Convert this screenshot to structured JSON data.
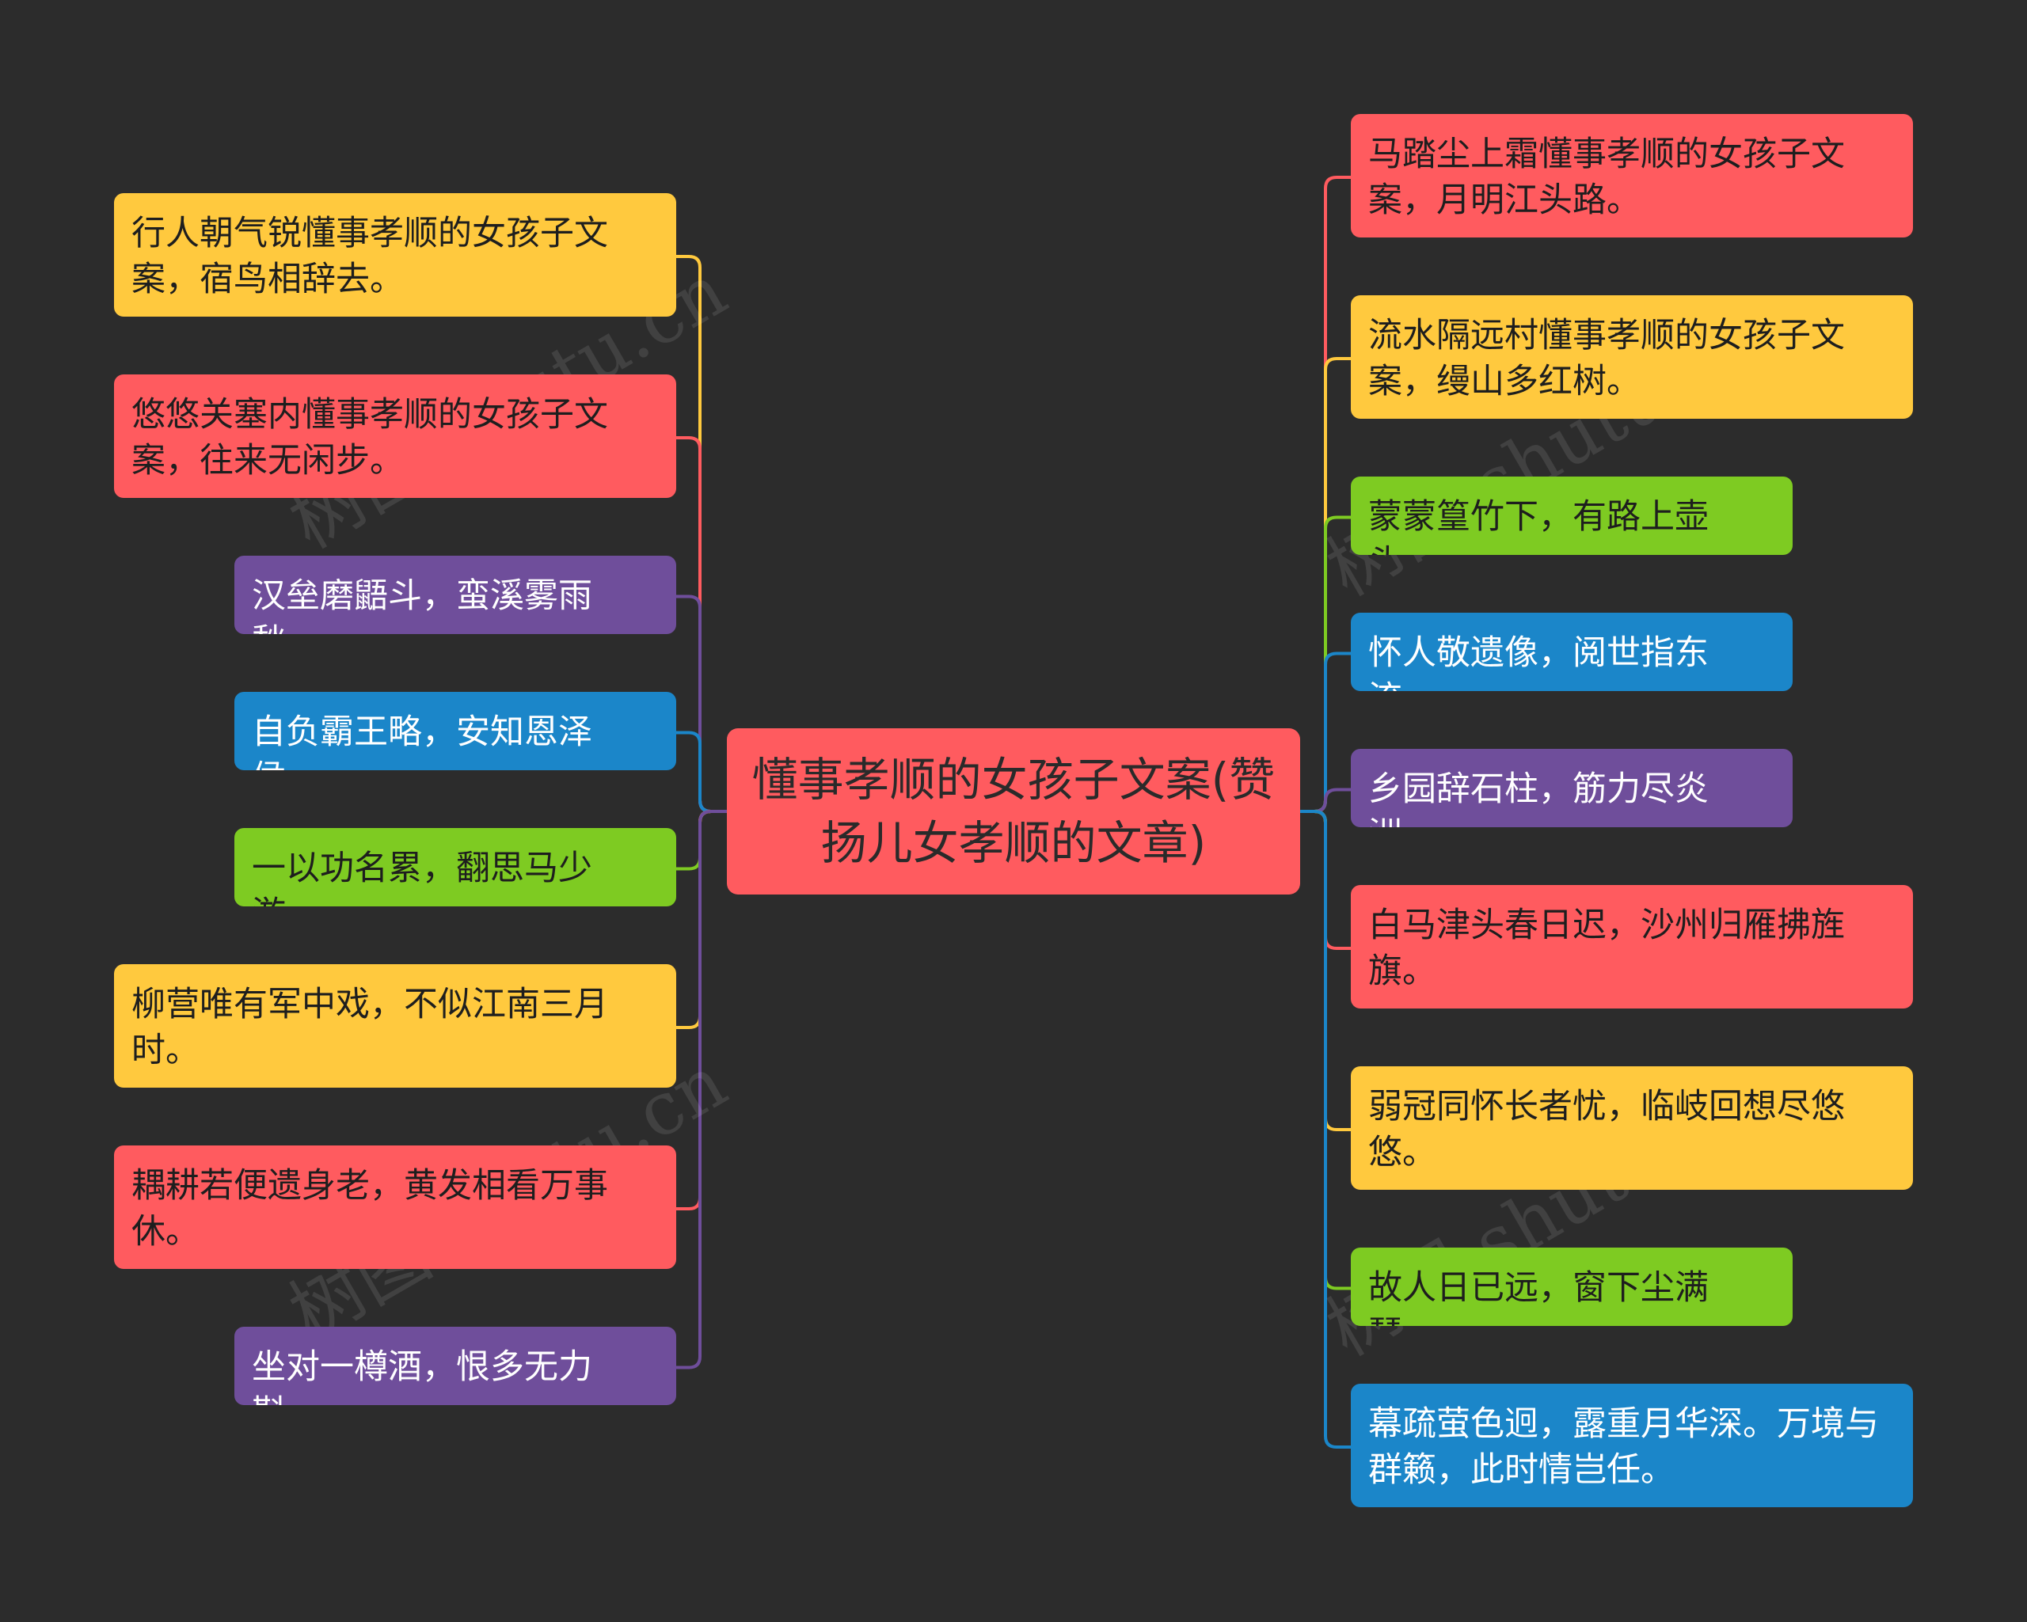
{
  "colors": {
    "background": "#2c2c2c",
    "red": "#ff5b5f",
    "yellow": "#ffc93e",
    "purple": "#6f4e9b",
    "blue": "#1b86c9",
    "green": "#7ecb22"
  },
  "center": {
    "label": "懂事孝顺的女孩子文案(赞扬儿女孝顺的文章)",
    "color": "#ff5b5f"
  },
  "left_nodes": [
    {
      "label": "行人朝气锐懂事孝顺的女孩子文案，宿鸟相辞去。",
      "color": "#ffc93e"
    },
    {
      "label": "悠悠关塞内懂事孝顺的女孩子文案，往来无闲步。",
      "color": "#ff5b5f"
    },
    {
      "label": "汉垒磨鼯斗，蛮溪雾雨愁。",
      "color": "#6f4e9b"
    },
    {
      "label": "自负霸王略，安知恩泽侯。",
      "color": "#1b86c9"
    },
    {
      "label": "一以功名累，翻思马少游。",
      "color": "#7ecb22"
    },
    {
      "label": "柳营唯有军中戏，不似江南三月时。",
      "color": "#ffc93e"
    },
    {
      "label": "耦耕若便遗身老，黄发相看万事休。",
      "color": "#ff5b5f"
    },
    {
      "label": "坐对一樽酒，恨多无力斟。",
      "color": "#6f4e9b"
    }
  ],
  "right_nodes": [
    {
      "label": "马踏尘上霜懂事孝顺的女孩子文案，月明江头路。",
      "color": "#ff5b5f"
    },
    {
      "label": "流水隔远村懂事孝顺的女孩子文案，缦山多红树。",
      "color": "#ffc93e"
    },
    {
      "label": "蒙蒙篁竹下，有路上壶头。",
      "color": "#7ecb22"
    },
    {
      "label": "怀人敬遗像，阅世指东流。",
      "color": "#1b86c9"
    },
    {
      "label": "乡园辞石柱，筋力尽炎洲。",
      "color": "#6f4e9b"
    },
    {
      "label": "白马津头春日迟，沙州归雁拂旌旗。",
      "color": "#ff5b5f"
    },
    {
      "label": "弱冠同怀长者忧，临岐回想尽悠悠。",
      "color": "#ffc93e"
    },
    {
      "label": "故人日已远，窗下尘满琴。",
      "color": "#7ecb22"
    },
    {
      "label": "幕疏萤色迥，露重月华深。万境与群籁，此时情岂任。",
      "color": "#1b86c9"
    }
  ],
  "watermark": "树图 shutu.cn"
}
